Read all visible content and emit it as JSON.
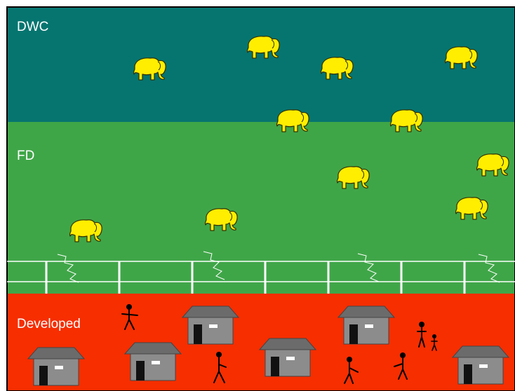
{
  "zones": [
    {
      "id": "dwc",
      "label": "DWC",
      "color": "#067570"
    },
    {
      "id": "fd",
      "label": "FD",
      "color": "#3fa648"
    },
    {
      "id": "developed",
      "label": "Developed",
      "color": "#f62e00"
    }
  ],
  "colors": {
    "elephant_fill": "#ffee00",
    "elephant_stroke": "#333300",
    "house_wall": "#8c8c8c",
    "house_roof": "#6b6b6b",
    "house_door": "#111111",
    "fence": "#ffffff",
    "person": "#000000"
  },
  "icons": {
    "elephant": "elephant-icon",
    "house": "house-icon",
    "person": "person-icon",
    "fence": "electric-fence",
    "spark": "electric-spark-icon"
  },
  "counts": {
    "elephants_dwc": 6,
    "elephants_fd": 5,
    "houses": 6,
    "people": 6,
    "fence_posts": 7,
    "sparks": 4
  }
}
